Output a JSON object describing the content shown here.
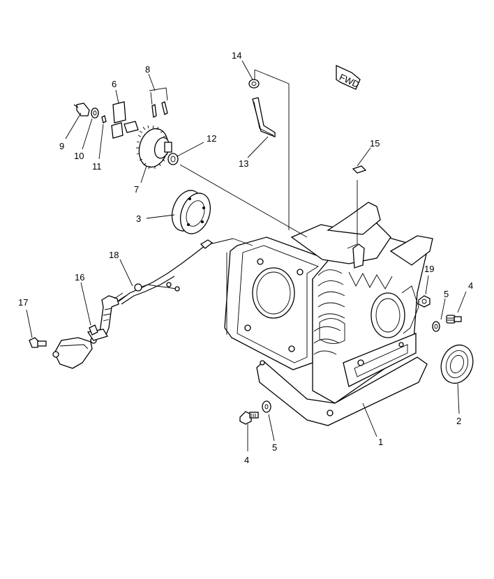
{
  "diagram": {
    "fwd_label": "FWD",
    "callouts": {
      "c1": "1",
      "c2": "2",
      "c3": "3",
      "c4a": "4",
      "c4b": "4",
      "c5a": "5",
      "c5b": "5",
      "c6": "6",
      "c7": "7",
      "c8": "8",
      "c9": "9",
      "c10": "10",
      "c11": "11",
      "c12": "12",
      "c13": "13",
      "c14": "14",
      "c15": "15",
      "c16": "16",
      "c17": "17",
      "c18": "18",
      "c19": "19"
    }
  }
}
